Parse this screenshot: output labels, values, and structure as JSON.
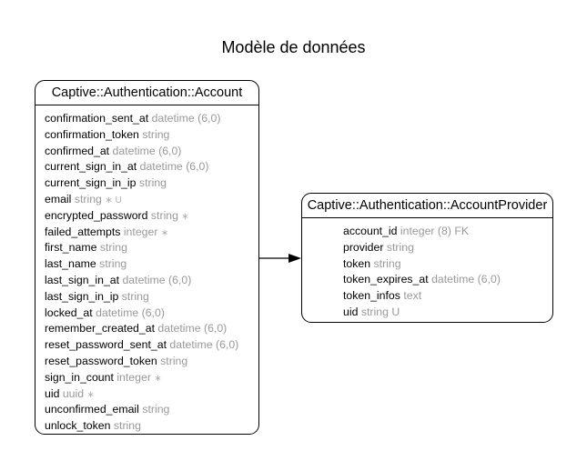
{
  "title": "Modèle de données",
  "entities": {
    "account": {
      "name": "Captive::Authentication::Account",
      "attributes": [
        {
          "name": "confirmation_sent_at",
          "type": "datetime (6,0)",
          "flag": ""
        },
        {
          "name": "confirmation_token",
          "type": "string",
          "flag": ""
        },
        {
          "name": "confirmed_at",
          "type": "datetime (6,0)",
          "flag": ""
        },
        {
          "name": "current_sign_in_at",
          "type": "datetime (6,0)",
          "flag": ""
        },
        {
          "name": "current_sign_in_ip",
          "type": "string",
          "flag": ""
        },
        {
          "name": "email",
          "type": "string",
          "flag": "∗ U"
        },
        {
          "name": "encrypted_password",
          "type": "string",
          "flag": "∗"
        },
        {
          "name": "failed_attempts",
          "type": "integer",
          "flag": "∗"
        },
        {
          "name": "first_name",
          "type": "string",
          "flag": ""
        },
        {
          "name": "last_name",
          "type": "string",
          "flag": ""
        },
        {
          "name": "last_sign_in_at",
          "type": "datetime (6,0)",
          "flag": ""
        },
        {
          "name": "last_sign_in_ip",
          "type": "string",
          "flag": ""
        },
        {
          "name": "locked_at",
          "type": "datetime (6,0)",
          "flag": ""
        },
        {
          "name": "remember_created_at",
          "type": "datetime (6,0)",
          "flag": ""
        },
        {
          "name": "reset_password_sent_at",
          "type": "datetime (6,0)",
          "flag": ""
        },
        {
          "name": "reset_password_token",
          "type": "string",
          "flag": ""
        },
        {
          "name": "sign_in_count",
          "type": "integer",
          "flag": "∗"
        },
        {
          "name": "uid",
          "type": "uuid",
          "flag": "∗"
        },
        {
          "name": "unconfirmed_email",
          "type": "string",
          "flag": ""
        },
        {
          "name": "unlock_token",
          "type": "string",
          "flag": ""
        }
      ]
    },
    "account_provider": {
      "name": "Captive::Authentication::AccountProvider",
      "attributes": [
        {
          "name": "account_id",
          "type": "integer (8) FK",
          "flag": ""
        },
        {
          "name": "provider",
          "type": "string",
          "flag": ""
        },
        {
          "name": "token",
          "type": "string",
          "flag": ""
        },
        {
          "name": "token_expires_at",
          "type": "datetime (6,0)",
          "flag": ""
        },
        {
          "name": "token_infos",
          "type": "text",
          "flag": ""
        },
        {
          "name": "uid",
          "type": "string U",
          "flag": ""
        }
      ]
    }
  }
}
